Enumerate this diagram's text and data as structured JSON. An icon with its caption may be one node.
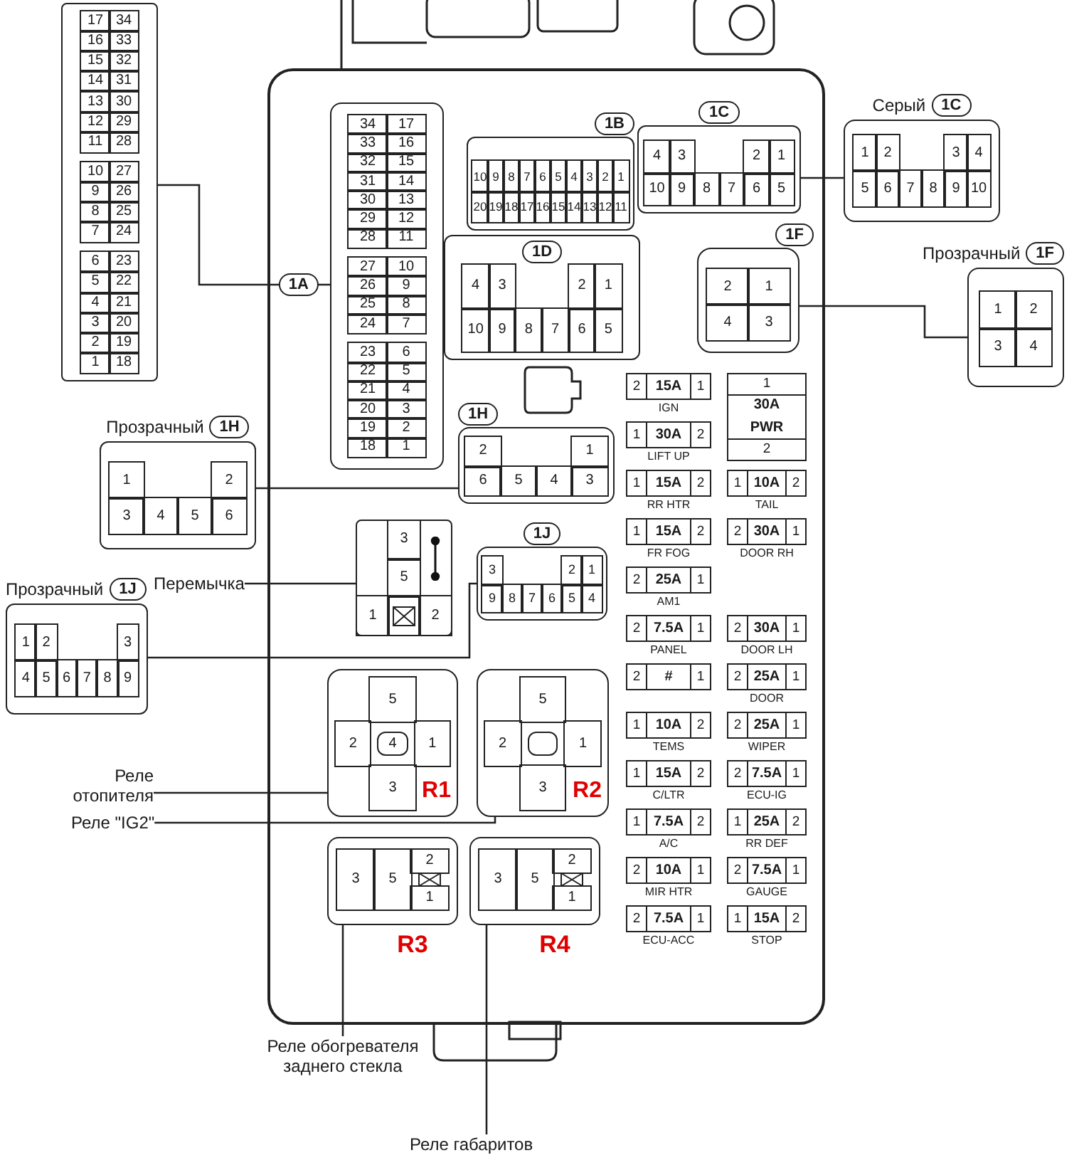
{
  "diagram": {
    "nodes": [
      {
        "text": [
          "17",
          "34",
          "16",
          "33",
          "15",
          "32",
          "14",
          "31",
          "13",
          "30",
          "12",
          "29",
          "11",
          "28",
          "10",
          "27",
          "9",
          "26",
          "8",
          "25",
          "7",
          "24",
          "6",
          "23",
          "5",
          "22",
          "4",
          "21",
          "3",
          "20",
          "2",
          "19",
          "1",
          "18"
        ]
      },
      {
        "text": [],
        "shape": "box"
      },
      {
        "text": [
          "34",
          "17",
          "33",
          "16",
          "32",
          "15",
          "31",
          "14",
          "30",
          "13",
          "29",
          "12",
          "28",
          "11",
          "27",
          "10",
          "26",
          "9",
          "25",
          "8",
          "24",
          "7",
          "23",
          "6",
          "22",
          "5",
          "21",
          "4",
          "20",
          "3",
          "19",
          "2",
          "18",
          "1"
        ],
        "in": 1
      },
      {
        "text": [
          "1B",
          "10",
          "9",
          "8",
          "7",
          "6",
          "5",
          "4",
          "3",
          "2",
          "1",
          "20",
          "19",
          "18",
          "17",
          "16",
          "15",
          "14",
          "13",
          "12",
          "11"
        ],
        "in": 1
      },
      {
        "text": [
          "1C",
          "4",
          "3",
          "2",
          "1",
          "10",
          "9",
          "8",
          "7",
          "6",
          "5"
        ],
        "in": 1
      },
      {
        "text": [
          "1D",
          "4",
          "3",
          "2",
          "1",
          "10",
          "9",
          "8",
          "7",
          "6",
          "5"
        ],
        "in": 1
      },
      {
        "text": [
          "1F",
          "2",
          "1",
          "4",
          "3"
        ],
        "in": 1
      },
      {
        "text": [
          "1H",
          "2",
          "1",
          "6",
          "5",
          "4",
          "3"
        ],
        "in": 1
      },
      {
        "text": [
          "3",
          "5",
          "1",
          "2"
        ],
        "in": 1
      },
      {
        "text": [
          "1J",
          "3",
          "2",
          "1",
          "9",
          "8",
          "7",
          "6",
          "5",
          "4"
        ],
        "in": 1
      },
      {
        "text": [
          "5",
          "2",
          "4",
          "1",
          "3",
          "R1"
        ],
        "in": 1
      },
      {
        "text": [
          "5",
          "2",
          "1",
          "3",
          "R2"
        ],
        "in": 1
      },
      {
        "text": [
          "3",
          "5",
          "2",
          "1"
        ],
        "beside": [
          "R3"
        ],
        "in": 1
      },
      {
        "text": [
          "3",
          "5",
          "2",
          "1"
        ],
        "beside": [
          "R4"
        ],
        "in": 1
      },
      {
        "text": [
          "2",
          "15A",
          "1"
        ],
        "beside": [
          "IGN"
        ],
        "in": 1
      },
      {
        "text": [
          "1",
          "30A",
          "PWR",
          "2"
        ],
        "in": 1
      },
      {
        "text": [
          "1",
          "30A",
          "2"
        ],
        "beside": [
          "LIFT UP"
        ],
        "in": 1
      },
      {
        "text": [
          "1",
          "15A",
          "2"
        ],
        "beside": [
          "RR HTR"
        ],
        "in": 1
      },
      {
        "text": [
          "1",
          "10A",
          "2"
        ],
        "beside": [
          "TAIL"
        ],
        "in": 1
      },
      {
        "text": [
          "1",
          "15A",
          "2"
        ],
        "beside": [
          "FR FOG"
        ],
        "in": 1
      },
      {
        "text": [
          "2",
          "30A",
          "1"
        ],
        "beside": [
          "DOOR RH"
        ],
        "in": 1
      },
      {
        "text": [
          "2",
          "25A",
          "1"
        ],
        "beside": [
          "AM1"
        ],
        "in": 1
      },
      {
        "text": [
          "2",
          "7.5A",
          "1"
        ],
        "beside": [
          "PANEL"
        ],
        "in": 1
      },
      {
        "text": [
          "2",
          "30A",
          "1"
        ],
        "beside": [
          "DOOR LH"
        ],
        "in": 1
      },
      {
        "text": [
          "2",
          "#",
          "1"
        ],
        "in": 1
      },
      {
        "text": [
          "2",
          "25A",
          "1"
        ],
        "beside": [
          "DOOR"
        ],
        "in": 1
      },
      {
        "text": [
          "1",
          "10A",
          "2"
        ],
        "beside": [
          "TEMS"
        ],
        "in": 1
      },
      {
        "text": [
          "2",
          "25A",
          "1"
        ],
        "beside": [
          "WIPER"
        ],
        "in": 1
      },
      {
        "text": [
          "1",
          "15A",
          "2"
        ],
        "beside": [
          "C/LTR"
        ],
        "in": 1
      },
      {
        "text": [
          "2",
          "7.5A",
          "1"
        ],
        "beside": [
          "ECU-IG"
        ],
        "in": 1
      },
      {
        "text": [
          "1",
          "7.5A",
          "2"
        ],
        "beside": [
          "A/C"
        ],
        "in": 1
      },
      {
        "text": [
          "1",
          "25A",
          "2"
        ],
        "beside": [
          "RR DEF"
        ],
        "in": 1
      },
      {
        "text": [
          "2",
          "10A",
          "1"
        ],
        "beside": [
          "MIR HTR"
        ],
        "in": 1
      },
      {
        "text": [
          "2",
          "7.5A",
          "1"
        ],
        "beside": [
          "GAUGE"
        ],
        "in": 1
      },
      {
        "text": [
          "2",
          "7.5A",
          "1"
        ],
        "beside": [
          "ECU-ACC"
        ],
        "in": 1
      },
      {
        "text": [
          "1",
          "15A",
          "2"
        ],
        "beside": [
          "STOP"
        ],
        "in": 1
      },
      {
        "text": [
          "Серый",
          "1C",
          "1",
          "2",
          "3",
          "4",
          "5",
          "6",
          "7",
          "8",
          "9",
          "10"
        ]
      },
      {
        "text": [
          "Прозрачный",
          "1F",
          "1",
          "2",
          "3",
          "4"
        ]
      },
      {
        "text": [
          "Прозрачный",
          "1H",
          "1",
          "2",
          "3",
          "4",
          "5",
          "6"
        ]
      },
      {
        "text": [
          "Прозрачный",
          "1J",
          "1",
          "2",
          "3",
          "4",
          "5",
          "6",
          "7",
          "8",
          "9"
        ]
      },
      {
        "text": [
          "Перемычка"
        ]
      },
      {
        "text": [
          "Реле отопителя"
        ]
      },
      {
        "text": [
          "Реле \"IG2\""
        ]
      },
      {
        "text": [
          "Реле обогревателя заднего стекла"
        ]
      },
      {
        "text": [
          "Реле габаритов"
        ]
      }
    ],
    "edges": [
      {
        "from": 0,
        "to": 2,
        "arrow": "none",
        "label": "1A"
      },
      {
        "from": 4,
        "to": 36,
        "arrow": "none"
      },
      {
        "from": 6,
        "to": 37,
        "arrow": "none"
      },
      {
        "from": 38,
        "to": 7,
        "arrow": "none"
      },
      {
        "from": 39,
        "to": 9,
        "arrow": "none"
      },
      {
        "from": 40,
        "to": 8,
        "arrow": "none"
      },
      {
        "from": 41,
        "to": 10,
        "arrow": "none"
      },
      {
        "from": 42,
        "to": 11,
        "arrow": "none"
      },
      {
        "from": 43,
        "to": 12,
        "arrow": "none"
      },
      {
        "from": 44,
        "to": 13,
        "arrow": "none"
      }
    ]
  }
}
